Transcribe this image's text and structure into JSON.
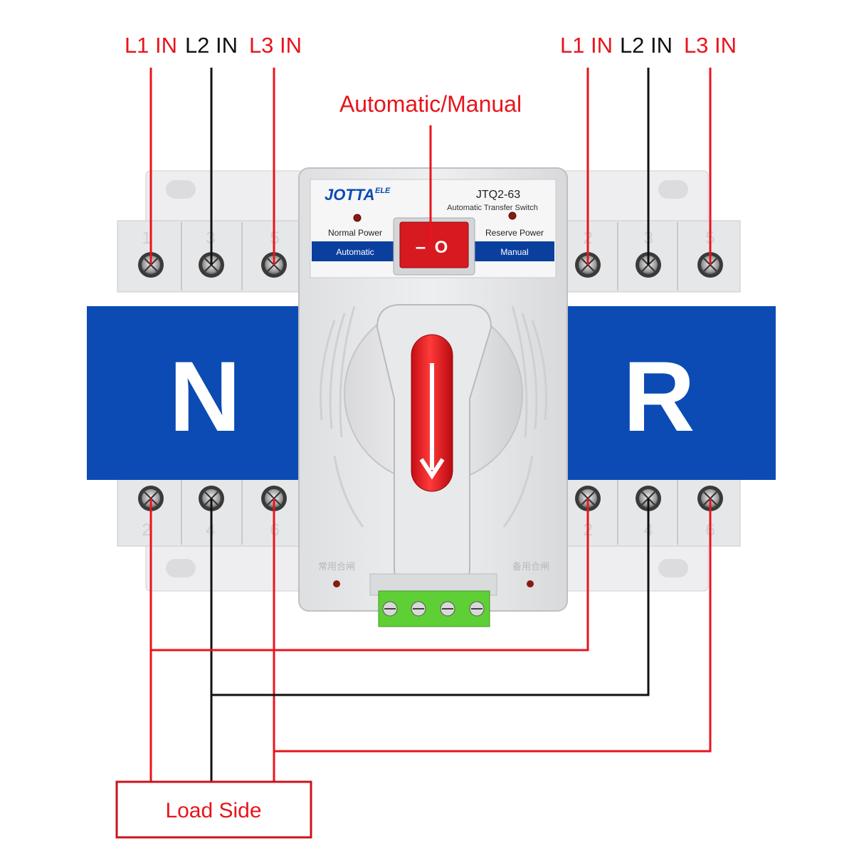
{
  "colors": {
    "red_wire": "#e8141c",
    "black_wire": "#111111",
    "blue_band": "#0b4bb3",
    "housing": "#e3e4e6",
    "label_red": "#e8141c"
  },
  "top_labels": {
    "left": {
      "l1": "L1 IN",
      "l2": "L2 IN",
      "l3": "L3 IN"
    },
    "right": {
      "l1": "L1 IN",
      "l2": "L2 IN",
      "l3": "L3 IN"
    }
  },
  "callout": "Automatic/Manual",
  "device": {
    "brand": "JOTTA",
    "brand_suffix": "ELE",
    "model": "JTQ2-63",
    "subtitle": "Automatic  Transfer  Switch",
    "normal_power": "Normal Power",
    "reserve_power": "Reserve Power",
    "mode_left": "Automatic",
    "mode_right": "Manual",
    "rocker_off": "–",
    "rocker_on": "O",
    "n_letter": "N",
    "r_letter": "R",
    "cn_left": "常用合闸",
    "cn_right": "备用合闸"
  },
  "terminals": {
    "top_left": [
      "1",
      "3",
      "5"
    ],
    "top_right": [
      "2",
      "3",
      "5"
    ],
    "bottom_left": [
      "2",
      "4",
      "6"
    ],
    "bottom_right": [
      "2",
      "4",
      "6"
    ]
  },
  "load_side": "Load Side"
}
